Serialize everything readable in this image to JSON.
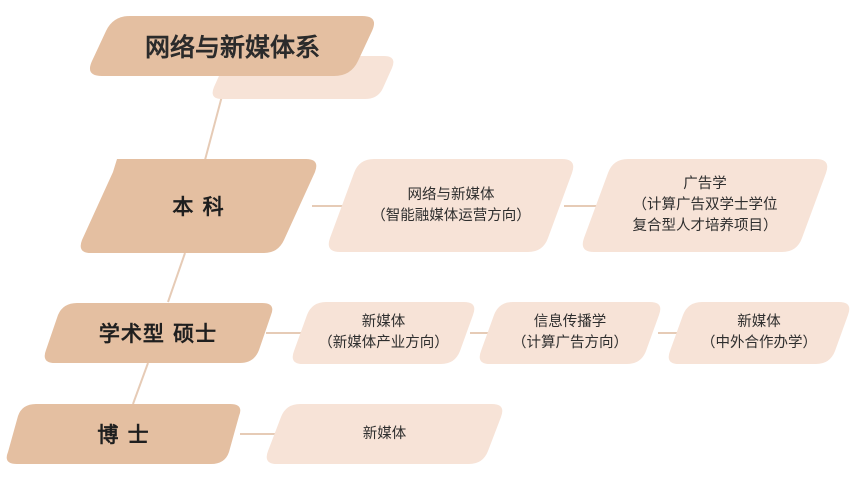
{
  "colors": {
    "dark": "#e4bfa1",
    "light": "#f7e3d7",
    "line": "#e6cbb6",
    "text": "#2b2b2b"
  },
  "department": "网络与新媒体系",
  "levels": [
    {
      "label": "本  科",
      "programs": [
        {
          "lines": [
            "网络与新媒体",
            "（智能融媒体运营方向）"
          ]
        },
        {
          "lines": [
            "广告学",
            "（计算广告双学士学位",
            "复合型人才培养项目）"
          ]
        }
      ]
    },
    {
      "label": "学术型  硕士",
      "programs": [
        {
          "lines": [
            "新媒体",
            "（新媒体产业方向）"
          ]
        },
        {
          "lines": [
            "信息传播学",
            "（计算广告方向）"
          ]
        },
        {
          "lines": [
            "新媒体",
            "（中外合作办学）"
          ]
        }
      ]
    },
    {
      "label": "博  士",
      "programs": [
        {
          "lines": [
            "新媒体"
          ]
        }
      ]
    }
  ]
}
